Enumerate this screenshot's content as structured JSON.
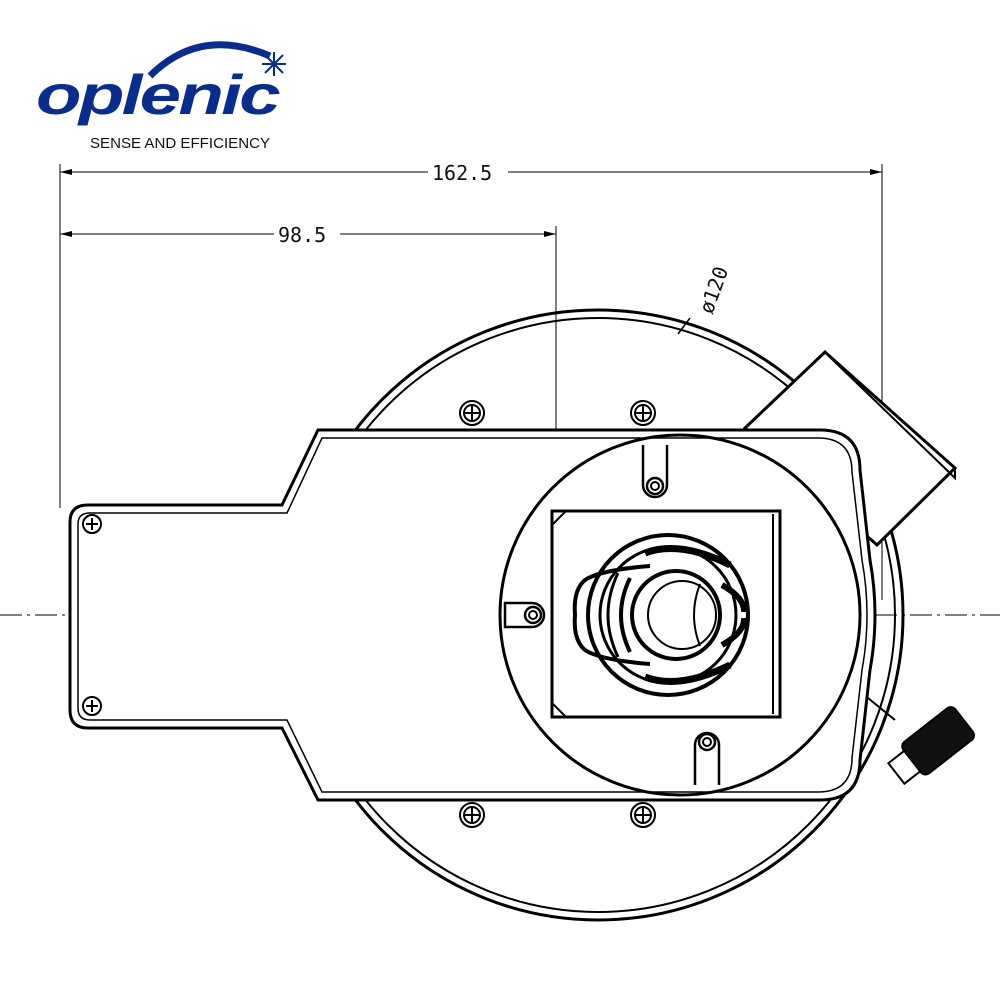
{
  "logo": {
    "brand": "oplenic",
    "tagline": "SENSE AND EFFICIENCY",
    "color": "#0a2d8c"
  },
  "dimensions": {
    "overall_width": "162.5",
    "center_offset": "98.5",
    "diameter": "ø120"
  }
}
